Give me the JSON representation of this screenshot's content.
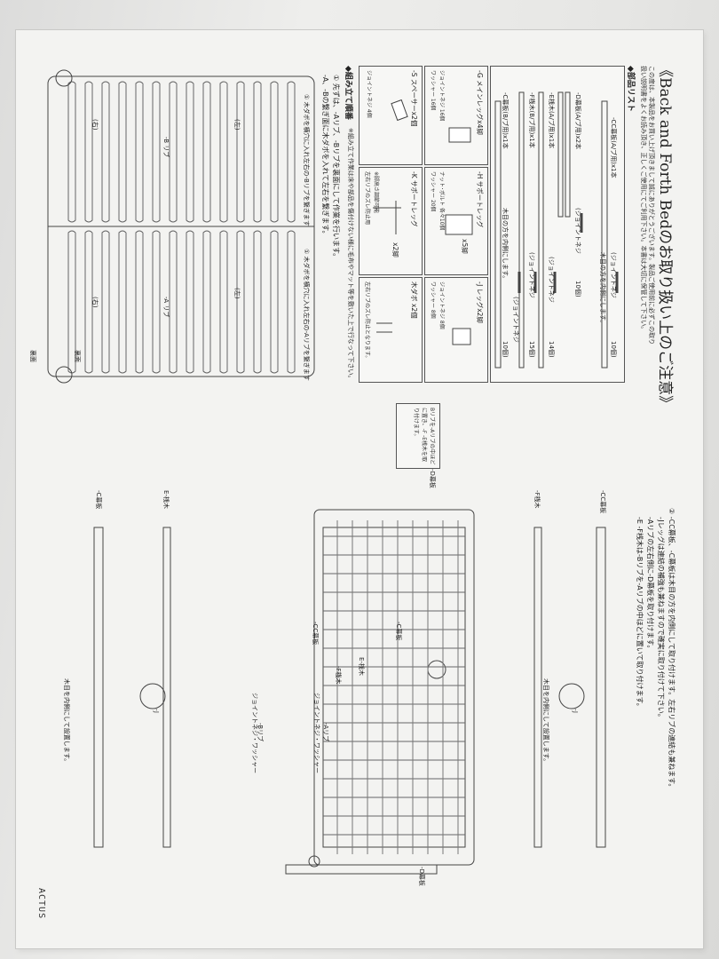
{
  "title": "《Back and Forth Bedのお取り扱い上のご注意》",
  "intro": {
    "line1": "この度は、本製品をお買い上げ頂きまして誠にありがとうございます。製品ご使用前に必ずこの取り",
    "line2": "扱い説明書をよくお読み頂き、正しくご使用にてご利用下さい。本書は大切に保管して下さい。"
  },
  "parts_list": {
    "heading": "◆部品リスト",
    "items": [
      {
        "name": "-CC幕板(A/ブ用)x1本",
        "hardware": "(ジョイントネジ",
        "count": "10個)",
        "note": "木目の方を内側にします。"
      },
      {
        "name": "-D幕板(A/ブ用)x2本",
        "hardware": "(ジョイントネジ",
        "count": "10個)"
      },
      {
        "name": "-E桟木(A/ブ用)x1本",
        "hardware": "(ジョイントネジ",
        "count": "14個)"
      },
      {
        "name": "-F桟木(B/ブ用)x1本",
        "hardware": "(ジョイントネジ",
        "count": "15個)"
      },
      {
        "name": "-C幕板(B/ブ用)x1本",
        "hardware": "(ジョイントネジ",
        "count": "10個)",
        "note": "木目の方を内側にします。"
      }
    ],
    "cells": [
      {
        "name": "-G メインレッグx4脚",
        "detail1": "ジョイントネジ 16個",
        "detail2": "ワッシャー 16個"
      },
      {
        "name": "-H サポートレッグ",
        "count": "x5脚",
        "detail1": "ナット･ボルト 各々10個",
        "detail2": "ワッシャー 20個"
      },
      {
        "name": "-J レッグx2脚",
        "detail1": "ジョイントネジ 8個",
        "detail2": "ワッシャー 8個"
      },
      {
        "name": "-S スペーサーx2個",
        "detail1": "ジョイントネジ 4個"
      },
      {
        "name": "-K サポートレッグ",
        "count": "x2脚",
        "detail1": "※脚高さ調節可能",
        "detail2": "左右リブのズレ防止用"
      },
      {
        "name": "木ダボ x2個",
        "detail1": "左右リブのズレ防止となります。"
      }
    ]
  },
  "assembly": {
    "heading": "◆組み立て順番",
    "heading_note": "※組み立て作業は床や部品を傷付けない様に毛布やマット等を敷いた上で行なって下さい。",
    "step1": "① 先ずは、-Aリブ、-Bリブを裏面にして作業を行います。",
    "step1b": "-A、-Bの繋ぎ面に木ダボを入れて左右を繋ぎます。",
    "fig_caption_top": "① 木ダボを横穴に入れ左右の-Aリブを繋ぎます",
    "fig_caption_bottom": "① 木ダボを横穴に入れ左右の-Bリブを繋ぎます",
    "label_a": "-A リブ",
    "label_b": "-B リブ",
    "left": "(左)",
    "right": "(右)",
    "back": "裏面"
  },
  "step2": {
    "line1": "② -CC幕板、-C幕板は木目の方を内側にして取り付けます。左右リブの連結も兼ねます。",
    "line2": "-Jレッグは連結の補強も兼ねますので確実に取り付けて下さい。",
    "line3": "-Aリブの左右側に-D幕板を取り付けます。",
    "line4": "-E -F桟木は-Bリブを-Aリブの中ほどに置いて取り付けます。"
  },
  "labels": {
    "cc_board": "-CC幕板",
    "f_rail": "-F桟木",
    "d_board": "-D幕板",
    "e_rail": "E-桟木",
    "c_board": "-C幕板",
    "grain_in": "木目を内側にして設置します。",
    "j": "-J",
    "a_rib": "-Aリブ",
    "b_rib": "-Bリブ",
    "joint": "ジョイントネジ・ワッシャー",
    "bubble": "Bリブを-Aリブの中ほどに置き、-F -E桟木を取り付けます。",
    "d_board_right": "-D幕板"
  },
  "brand": "ACTUS"
}
